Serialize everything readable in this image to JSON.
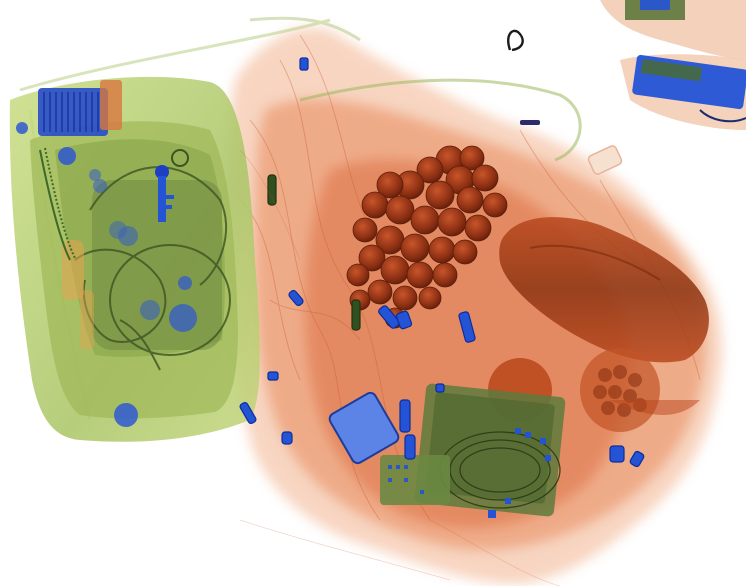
{
  "scene": {
    "subject": "x-ray-baggage-scan",
    "background_color": "#ffffff"
  },
  "palette": {
    "organic_orange": "#d9653a",
    "organic_dark": "#a8421c",
    "mixed_green": "#a7c25a",
    "mixed_dark_green": "#5f7a3a",
    "metal_blue": "#2453d6",
    "metal_dark_blue": "#0d2d9a"
  },
  "objects": [
    {
      "name": "backpack",
      "material": "mixed"
    },
    {
      "name": "fabric-bag",
      "material": "organic"
    },
    {
      "name": "grape-cluster",
      "material": "organic"
    },
    {
      "name": "bottle",
      "material": "organic"
    },
    {
      "name": "circuit-board",
      "material": "mixed"
    },
    {
      "name": "keys",
      "material": "metal"
    },
    {
      "name": "zipper-pulls",
      "material": "metal"
    },
    {
      "name": "coiled-cable",
      "material": "mixed"
    }
  ]
}
